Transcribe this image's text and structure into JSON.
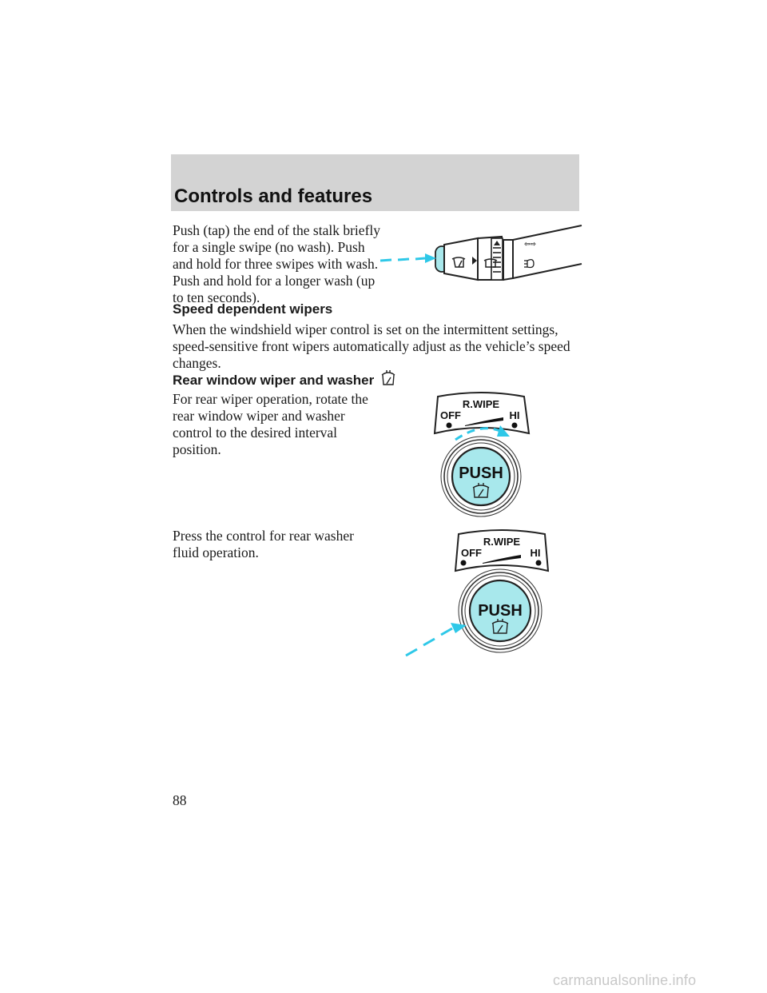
{
  "header": {
    "title": "Controls and features"
  },
  "sections": {
    "stalk_push_text": "Push (tap) the end of the stalk briefly for a single swipe (no wash). Push and hold for three swipes with wash. Push and hold for a longer wash (up to ten seconds).",
    "speed_heading": "Speed dependent wipers",
    "speed_text": "When the windshield wiper control is set on the intermittent settings, speed-sensitive front wipers automatically adjust as the vehicle’s speed changes.",
    "rear_heading": "Rear window wiper and washer",
    "rear_rotate_text": "For rear wiper operation, rotate the rear window wiper and washer control to the desired interval position.",
    "rear_press_text": "Press the control for rear washer fluid operation."
  },
  "figures": {
    "rear_control_1": {
      "title": "R.WIPE",
      "off": "OFF",
      "hi": "HI",
      "push": "PUSH"
    },
    "rear_control_2": {
      "title": "R.WIPE",
      "off": "OFF",
      "hi": "HI",
      "push": "PUSH"
    }
  },
  "colors": {
    "pointer_arrow": "#2ec8e8",
    "push_button": "#a8e8ec",
    "header_band": "#d3d3d3"
  },
  "footer": {
    "page_number": "88",
    "watermark": "carmanualsonline.info"
  }
}
